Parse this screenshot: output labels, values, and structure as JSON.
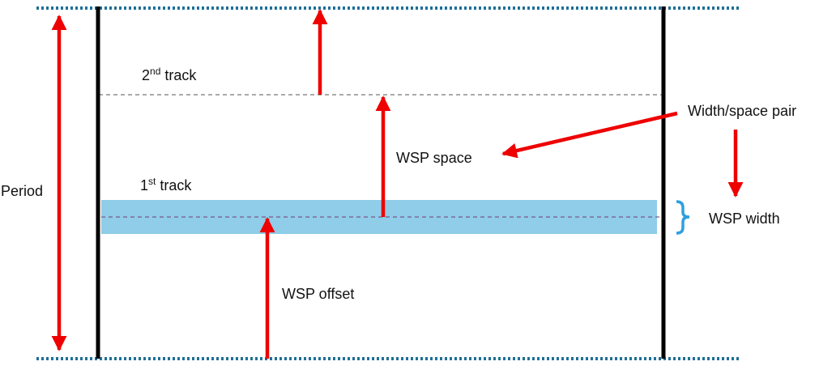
{
  "labels": {
    "period": "Period",
    "track2_num": "2",
    "track2_sup": "nd",
    "track2_word": " track",
    "track1_num": "1",
    "track1_sup": "st",
    "track1_word": " track",
    "wsp_space": "WSP space",
    "wsp_offset": "WSP offset",
    "wsp_width": "WSP width",
    "width_space_pair": "Width/space pair"
  },
  "colors": {
    "arrow": "#ee0000",
    "track_band": "#8fcde8",
    "bracket": "#2f9fe0",
    "frame": "#000000",
    "period_boundary": "#1f6f98"
  }
}
